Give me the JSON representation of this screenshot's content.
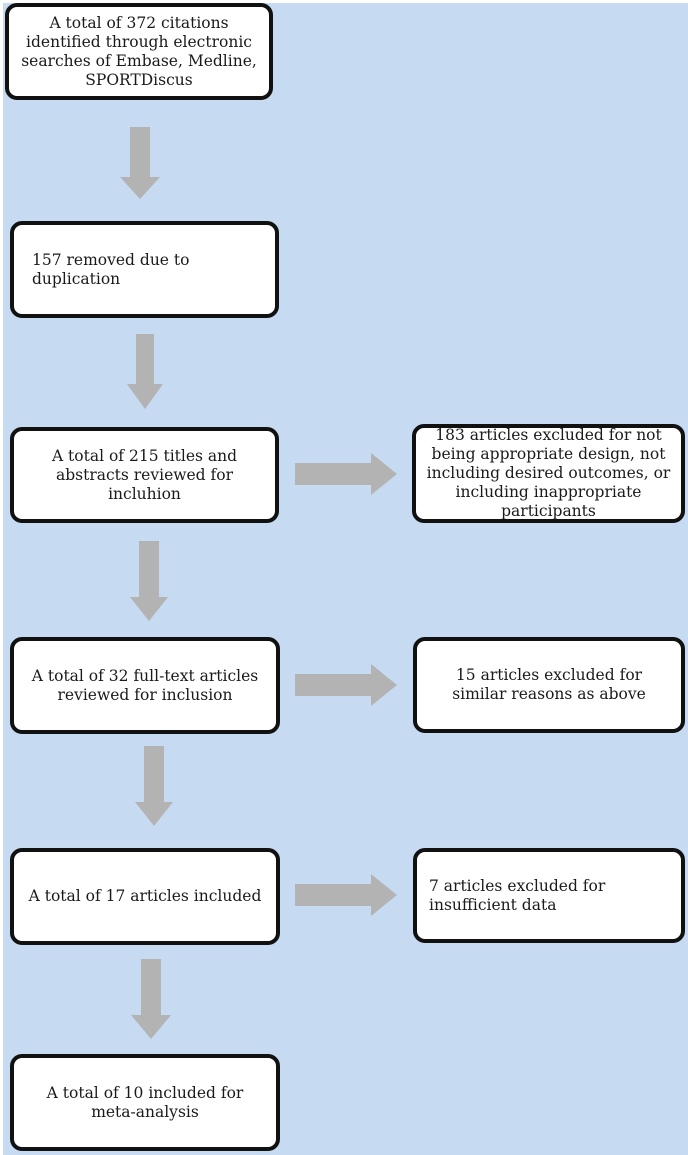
{
  "boxes": {
    "search": "A total of 372 citations identified through electronic searches of Embase, Medline, SPORTDiscus",
    "duplicates": "157 removed due to duplication",
    "titles_abstracts": "A total of 215 titles and abstracts reviewed for incluhion",
    "excluded_design": "183 articles excluded for not being appropriate design, not including desired outcomes, or including inappropriate participants",
    "full_text": "A total of 32 full-text articles reviewed for inclusion",
    "excluded_similar": "15 articles excluded for similar reasons as above",
    "included": "A total of 17 articles included",
    "excluded_insufficient": "7 articles excluded for insufficient data",
    "meta_analysis": "A total of 10 included for meta-analysis"
  },
  "colors": {
    "background": "#c6daf2",
    "box_fill": "#ffffff",
    "box_border": "#111111",
    "arrow": "#b3b3b3"
  }
}
